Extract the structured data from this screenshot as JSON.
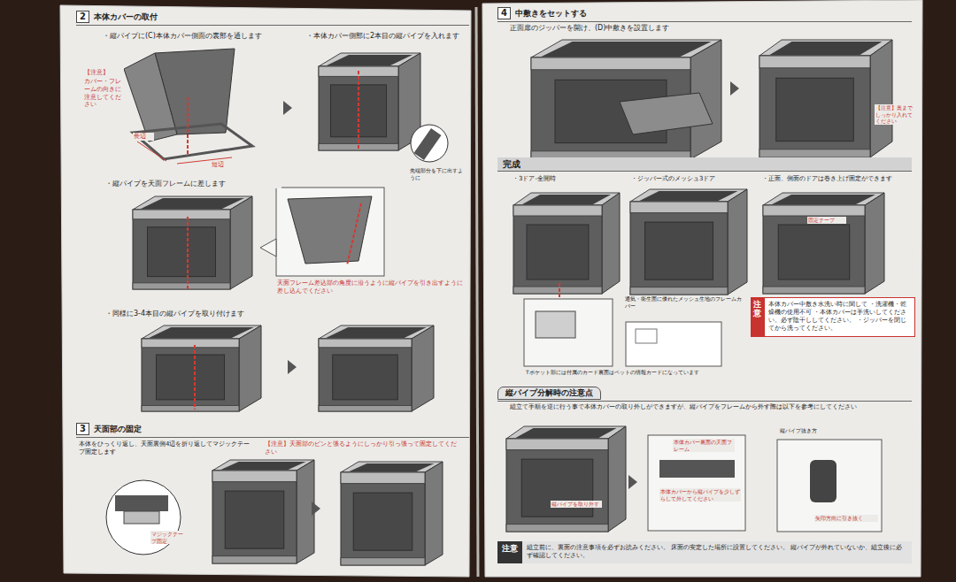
{
  "diagram": {
    "nodes": [
      {
        "text": [
          "2",
          "本体カバーの取付"
        ]
      },
      {
        "text": [
          "3",
          "天面部の固定"
        ]
      },
      {
        "text": [
          "4",
          "中敷きをセットする"
        ]
      },
      {
        "text": [
          "完成"
        ]
      },
      {
        "text": [
          "注意",
          "本体カバー中敷き水洗い時に関して ・洗濯機・乾燥機の使用不可 ・本体カバーは手洗いしてください。必ず陰干ししてください。 ・ジッパーを閉じてから洗ってください。"
        ]
      },
      {
        "text": [
          "縦パイプ分解時の注意点"
        ]
      },
      {
        "text": [
          "注意",
          "組立前に、裏面の注意事項を必ずお読みください。 床面の安定した場所に設置してください。 縦パイプが外れていないか、組立後に必ず確認してください。"
        ]
      }
    ],
    "labels": [
      "・縦パイプに(C)本体カバー側面の裏部を通します",
      "・本体カバー側部に2本目の縦パイプを入れます",
      "【注意】",
      "カバー・フレームの向きに注意してください",
      "長辺",
      "短辺",
      "先端部分を下に出すように",
      "・縦パイプを天面フレームに差します",
      "天面フレーム差込部の角度に沿うように縦パイプを引き出すように差し込んでください",
      "・同様に3-4本目の縦パイプを取り付けます",
      "本体をひっくり返し、天面裏側4辺を折り返してマジックテープ固定します",
      "【注意】天面部のピンと張るようにしっかり引っ張って固定してください",
      "マジックテープ固定",
      "正面扉のジッパーを開け、(D)中敷きを設置します",
      "【注意】奥までしっかり入れてください",
      "・3ドア-全開時",
      "・ジッパー式のメッシュ3ドア",
      "・正面、側面のドアは巻き上げ固定ができます",
      "固定テープ",
      "通気・衛生面に優れたメッシュ生地のフレームカバー",
      "Tポケット部には付属のカード裏面はペットの情報カードになっています",
      "組立て手順を逆に行う事で本体カバーの取り外しができますが、縦パイプをフレームから外す際は以下を参考にしてください",
      "本体カバー裏面の天面フレーム",
      "縦パイプを取り外す",
      "本体カバーから縦パイプを少しずらして外してください",
      "縦パイプ抜き方",
      "矢印方向に引き抜く"
    ]
  }
}
